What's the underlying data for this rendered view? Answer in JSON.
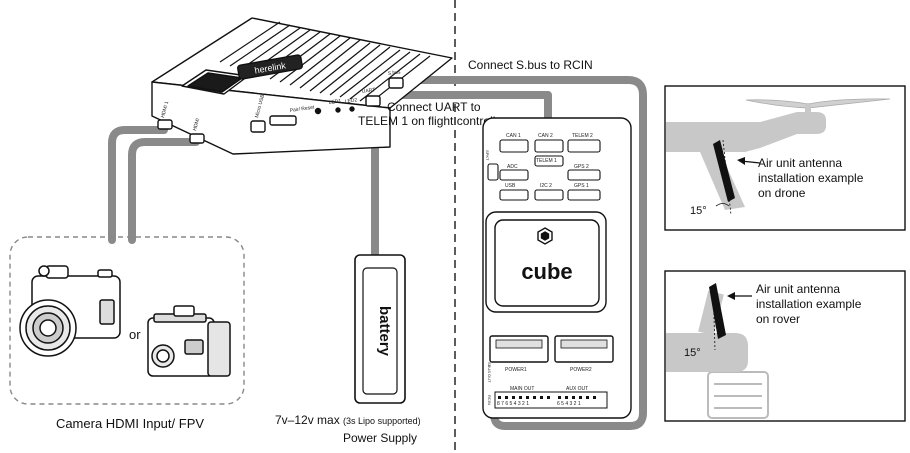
{
  "labels": {
    "connect_sbus": "Connect S.bus to RCIN",
    "connect_uart_line1": "Connect UART to",
    "connect_uart_line2": "TELEM 1 on flight controller",
    "camera_or": "or",
    "camera_caption": "Camera HDMI Input/ FPV",
    "battery_label": "battery",
    "power_voltage": "7v–12v max",
    "power_lipo_note": "(3s Lipo supported)",
    "power_supply": "Power Supply",
    "flight_controller_brand": "cube",
    "drone_caption_line1": "Air unit antenna",
    "drone_caption_line2": "installation example",
    "drone_caption_line3": "on drone",
    "drone_angle": "15°",
    "rover_caption_line1": "Air unit antenna",
    "rover_caption_line2": "installation example",
    "rover_caption_line3": "on rover",
    "rover_angle": "15°"
  },
  "air_unit_labels": {
    "port_1": "HDMI 1",
    "port_2": "HDMI",
    "port_3": "Micro USB",
    "port_4": "Pair/ Reset",
    "port_5": "LED1",
    "port_6": "LED2",
    "port_7": "UART",
    "port_8": "S.bus"
  },
  "cube_ports": {
    "can1": "CAN 1",
    "can2": "CAN 2",
    "telem2": "TELEM 2",
    "telem1": "TELEM 1",
    "adc": "ADC",
    "gps2": "GPS 2",
    "usb": "USB",
    "i2c2": "I2C 2",
    "gps1": "GPS 1",
    "spkt": "SPKT",
    "power1": "POWER1",
    "power2": "POWER2",
    "main_out": "MAIN OUT",
    "aux_out": "AUX OUT",
    "rcin": "RCIN",
    "sbus_out": "SBUS OUT",
    "main_numbers": "8 7 6 5 4 3 2 1",
    "aux_numbers": "6 5 4 3 2 1"
  }
}
